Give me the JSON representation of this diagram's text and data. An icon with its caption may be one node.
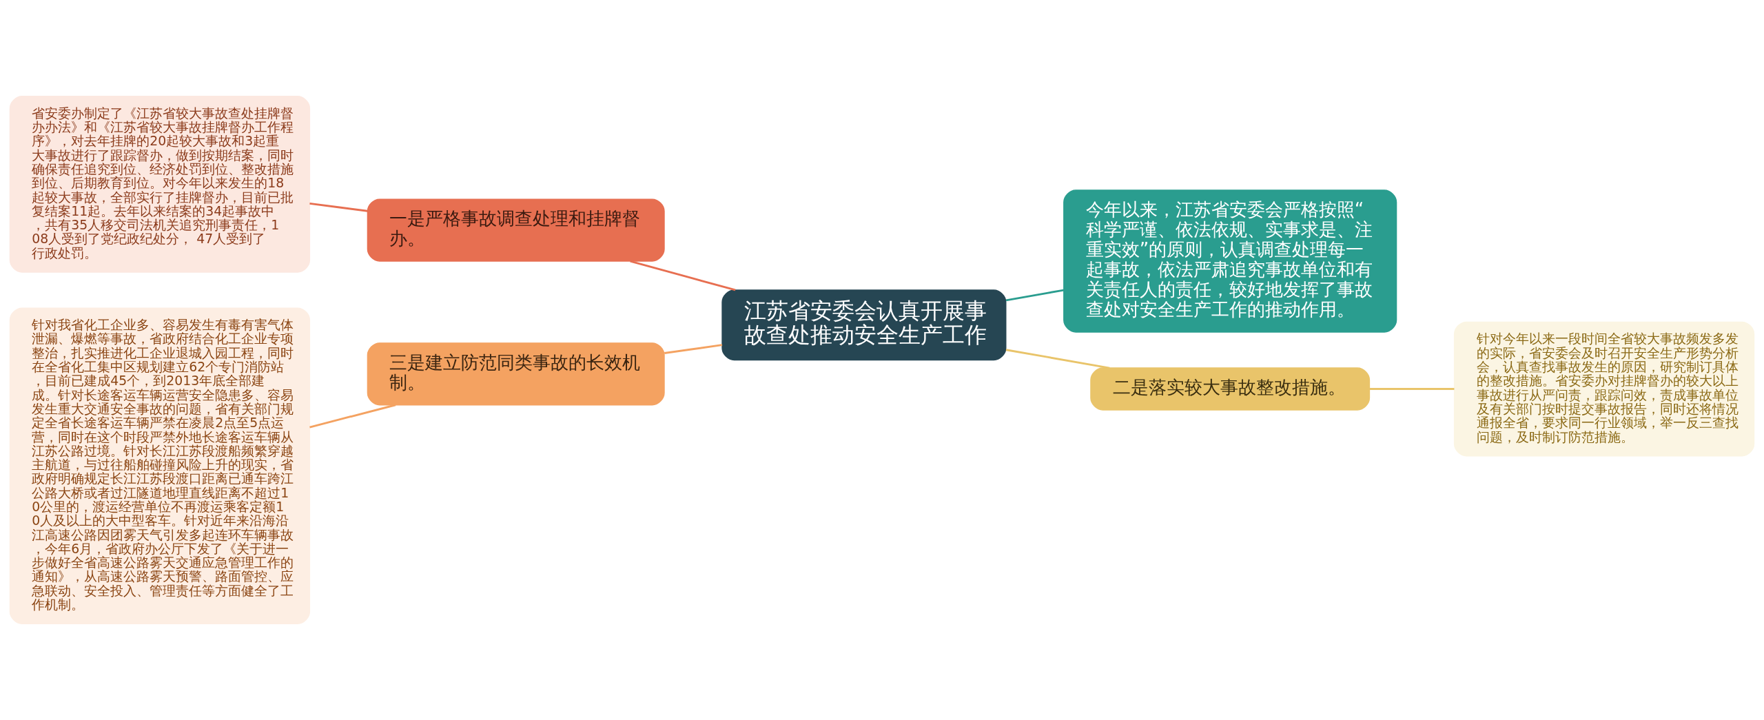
{
  "diagram": {
    "nodes": [
      {
        "text": [
          "江苏省安委会认真开展事故查处推动安全生产工作"
        ]
      },
      {
        "text": [
          "一是严格事故调查处理和挂牌督办。"
        ]
      },
      {
        "text": [
          "省安委办制定了《江苏省较大事故查处挂牌督办办法》和《江苏省较大事故挂牌督办工作程序》，对去年挂牌的20起较大事故和3起重大事故进行了跟踪督办，做到按期结案，同时确保责任追究到位、经济处罚到位、整改措施到位、后期教育到位。对今年以来发生的18起较大事故，全部实行了挂牌督办，目前已批复结案11起。去年以来结案的34起事故中，共有35人移交司法机关追究刑事责任，108人受到了党纪政纪处分， 47人受到了行政处罚。"
        ]
      },
      {
        "text": [
          "三是建立防范同类事故的长效机制。"
        ]
      },
      {
        "text": [
          "针对我省化工企业多、容易发生有毒有害气体泄漏、爆燃等事故，省政府结合化工企业专项整治，扎实推进化工企业退城入园工程，同时在全省化工集中区规划建立62个专门消防站，目前已建成45个，到2013年底全部建成。针对长途客运车辆运营安全隐患多、容易发生重大交通安全事故的问题，省有关部门规定全省长途客运车辆严禁在凌晨2点至5点运营，同时在这个时段严禁外地长途客运车辆从江苏公路过境。针对长江江苏段渡船频繁穿越主航道，与过往船舶碰撞风险上升的现实，省政府明确规定长江江苏段渡口距离已通车跨江公路大桥或者过江隧道地理直线距离不超过10公里的，渡运经营单位不再渡运乘客定额10人及以上的大中型客车。针对近年来沿海沿江高速公路因团雾天气引发多起连环车辆事故，今年6月，省政府办公厅下发了《关于进一步做好全省高速公路雾天交通应急管理工作的通知》，从高速公路雾天预警、路面管控、应急联动、安全投入、管理责任等方面健全了工作机制。"
        ]
      },
      {
        "text": [
          "今年以来，江苏省安委会严格按照“科学严谨、依法依规、实事求是、注重实效”的原则，认真调查处理每一起事故，依法严肃追究事故单位和有关责任人的责任，较好地发挥了事故查处对安全生产工作的推动作用。"
        ]
      },
      {
        "text": [
          "二是落实较大事故整改措施。"
        ]
      },
      {
        "text": [
          "针对今年以来一段时间全省较大事故频发多发的实际，省安委会及时召开安全生产形势分析会，认真查找事故发生的原因，研究制订具体的整改措施。省安委办对挂牌督办的较大以上事故进行从严问责，跟踪问效，责成事故单位及有关部门按时提交事故报告，同时还将情况通报全省，要求同一行业领域，举一反三查找问题，及时制订防范措施。"
        ]
      }
    ],
    "edges": [
      {
        "from": 2,
        "to": 1,
        "arrow": "none",
        "color": "#e76f51"
      },
      {
        "from": 1,
        "to": 0,
        "arrow": "none",
        "color": "#e76f51"
      },
      {
        "from": 4,
        "to": 3,
        "arrow": "none",
        "color": "#f4a261"
      },
      {
        "from": 3,
        "to": 0,
        "arrow": "none",
        "color": "#f4a261"
      },
      {
        "from": 0,
        "to": 5,
        "arrow": "none",
        "color": "#2a9d8f"
      },
      {
        "from": 0,
        "to": 6,
        "arrow": "none",
        "color": "#e9c46a"
      },
      {
        "from": 6,
        "to": 7,
        "arrow": "none",
        "color": "#e9c46a"
      }
    ]
  }
}
